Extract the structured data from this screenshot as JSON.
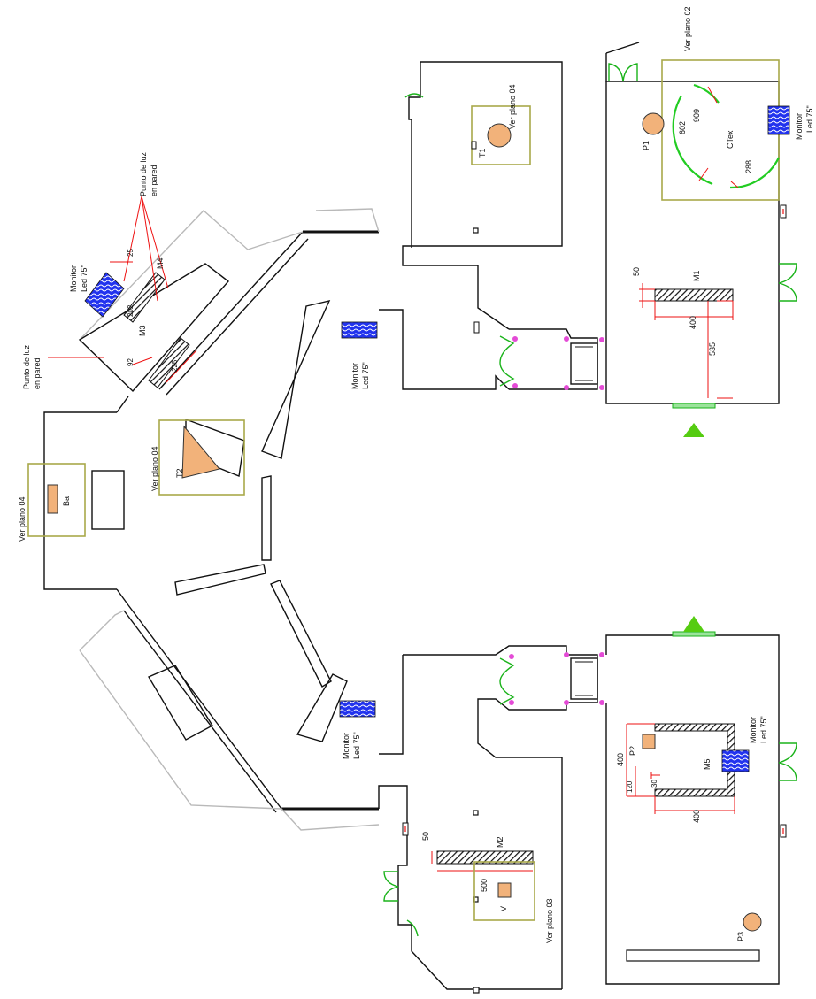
{
  "labels": {
    "ver_plano_02": "Ver plano 02",
    "ver_plano_04_t1": "Ver plano 04",
    "ver_plano_04_t2": "Ver plano 04",
    "ver_plano_04_ba": "Ver plano 04",
    "ver_plano_03": "Ver plano 03",
    "t1": "T1",
    "t2": "T2",
    "ba": "Ba",
    "p1": "P1",
    "p2": "P2",
    "p3": "P3",
    "v": "V",
    "ctex": "CTex",
    "m1": "M1",
    "m2": "M2",
    "m3": "M3",
    "m4": "M4",
    "m5": "M5",
    "monitor_label": "Monitor",
    "led_label": "Led 75\"",
    "punto_luz_line1": "Punto de luz",
    "punto_luz_line2": "en pared"
  },
  "dimensions": {
    "d602": "602",
    "d909": "909",
    "d288": "288",
    "d50_m1": "50",
    "d400_m1": "400",
    "d535": "535",
    "d25": "25",
    "d202": "202",
    "d92": "92",
    "d225": "225",
    "d400_m5_left": "400",
    "d120": "120",
    "d30": "30",
    "d400_m5_bottom": "400",
    "d50_m2": "50",
    "d500": "500"
  },
  "colors": {
    "dimension_red": "#ee1111",
    "door_green": "#1ab31a",
    "zone_olive": "#a8a84a",
    "monitor_blue": "#2233ee",
    "furniture_orange": "#f2b27a",
    "entrance_marker": "#55cc11"
  }
}
